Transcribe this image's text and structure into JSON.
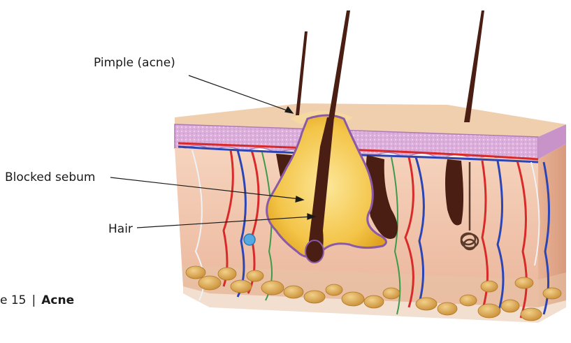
{
  "labels": {
    "pimple": "Pimple (acne)",
    "sebum": "Blocked sebum",
    "hair": "Hair"
  },
  "caption": {
    "prefix": "e 15",
    "separator": "|",
    "topic": "Acne"
  },
  "colors": {
    "epidermis_top": "#f0cfae",
    "papillary_layer": "#d9a8d8",
    "dermis": "#f3c9b0",
    "sebum": "#f3c447",
    "hair": "#4a1e12",
    "artery": "#d92a2a",
    "vein": "#2c45b5",
    "fat": "#d9a64a"
  }
}
